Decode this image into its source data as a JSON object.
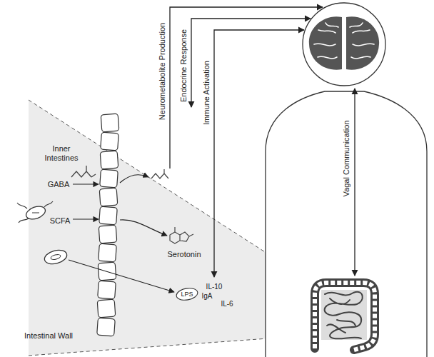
{
  "diagram": {
    "labels": [
      "Neurometabolite Production",
      "Endocrine Response",
      "Immune Activation",
      "Vagal Communication",
      "Inner Intestines",
      "GABA",
      "SCFA",
      "Serotonin",
      "IL-10",
      "IgA",
      "LPS",
      "IL-6",
      "Intestinal Wall"
    ]
  }
}
